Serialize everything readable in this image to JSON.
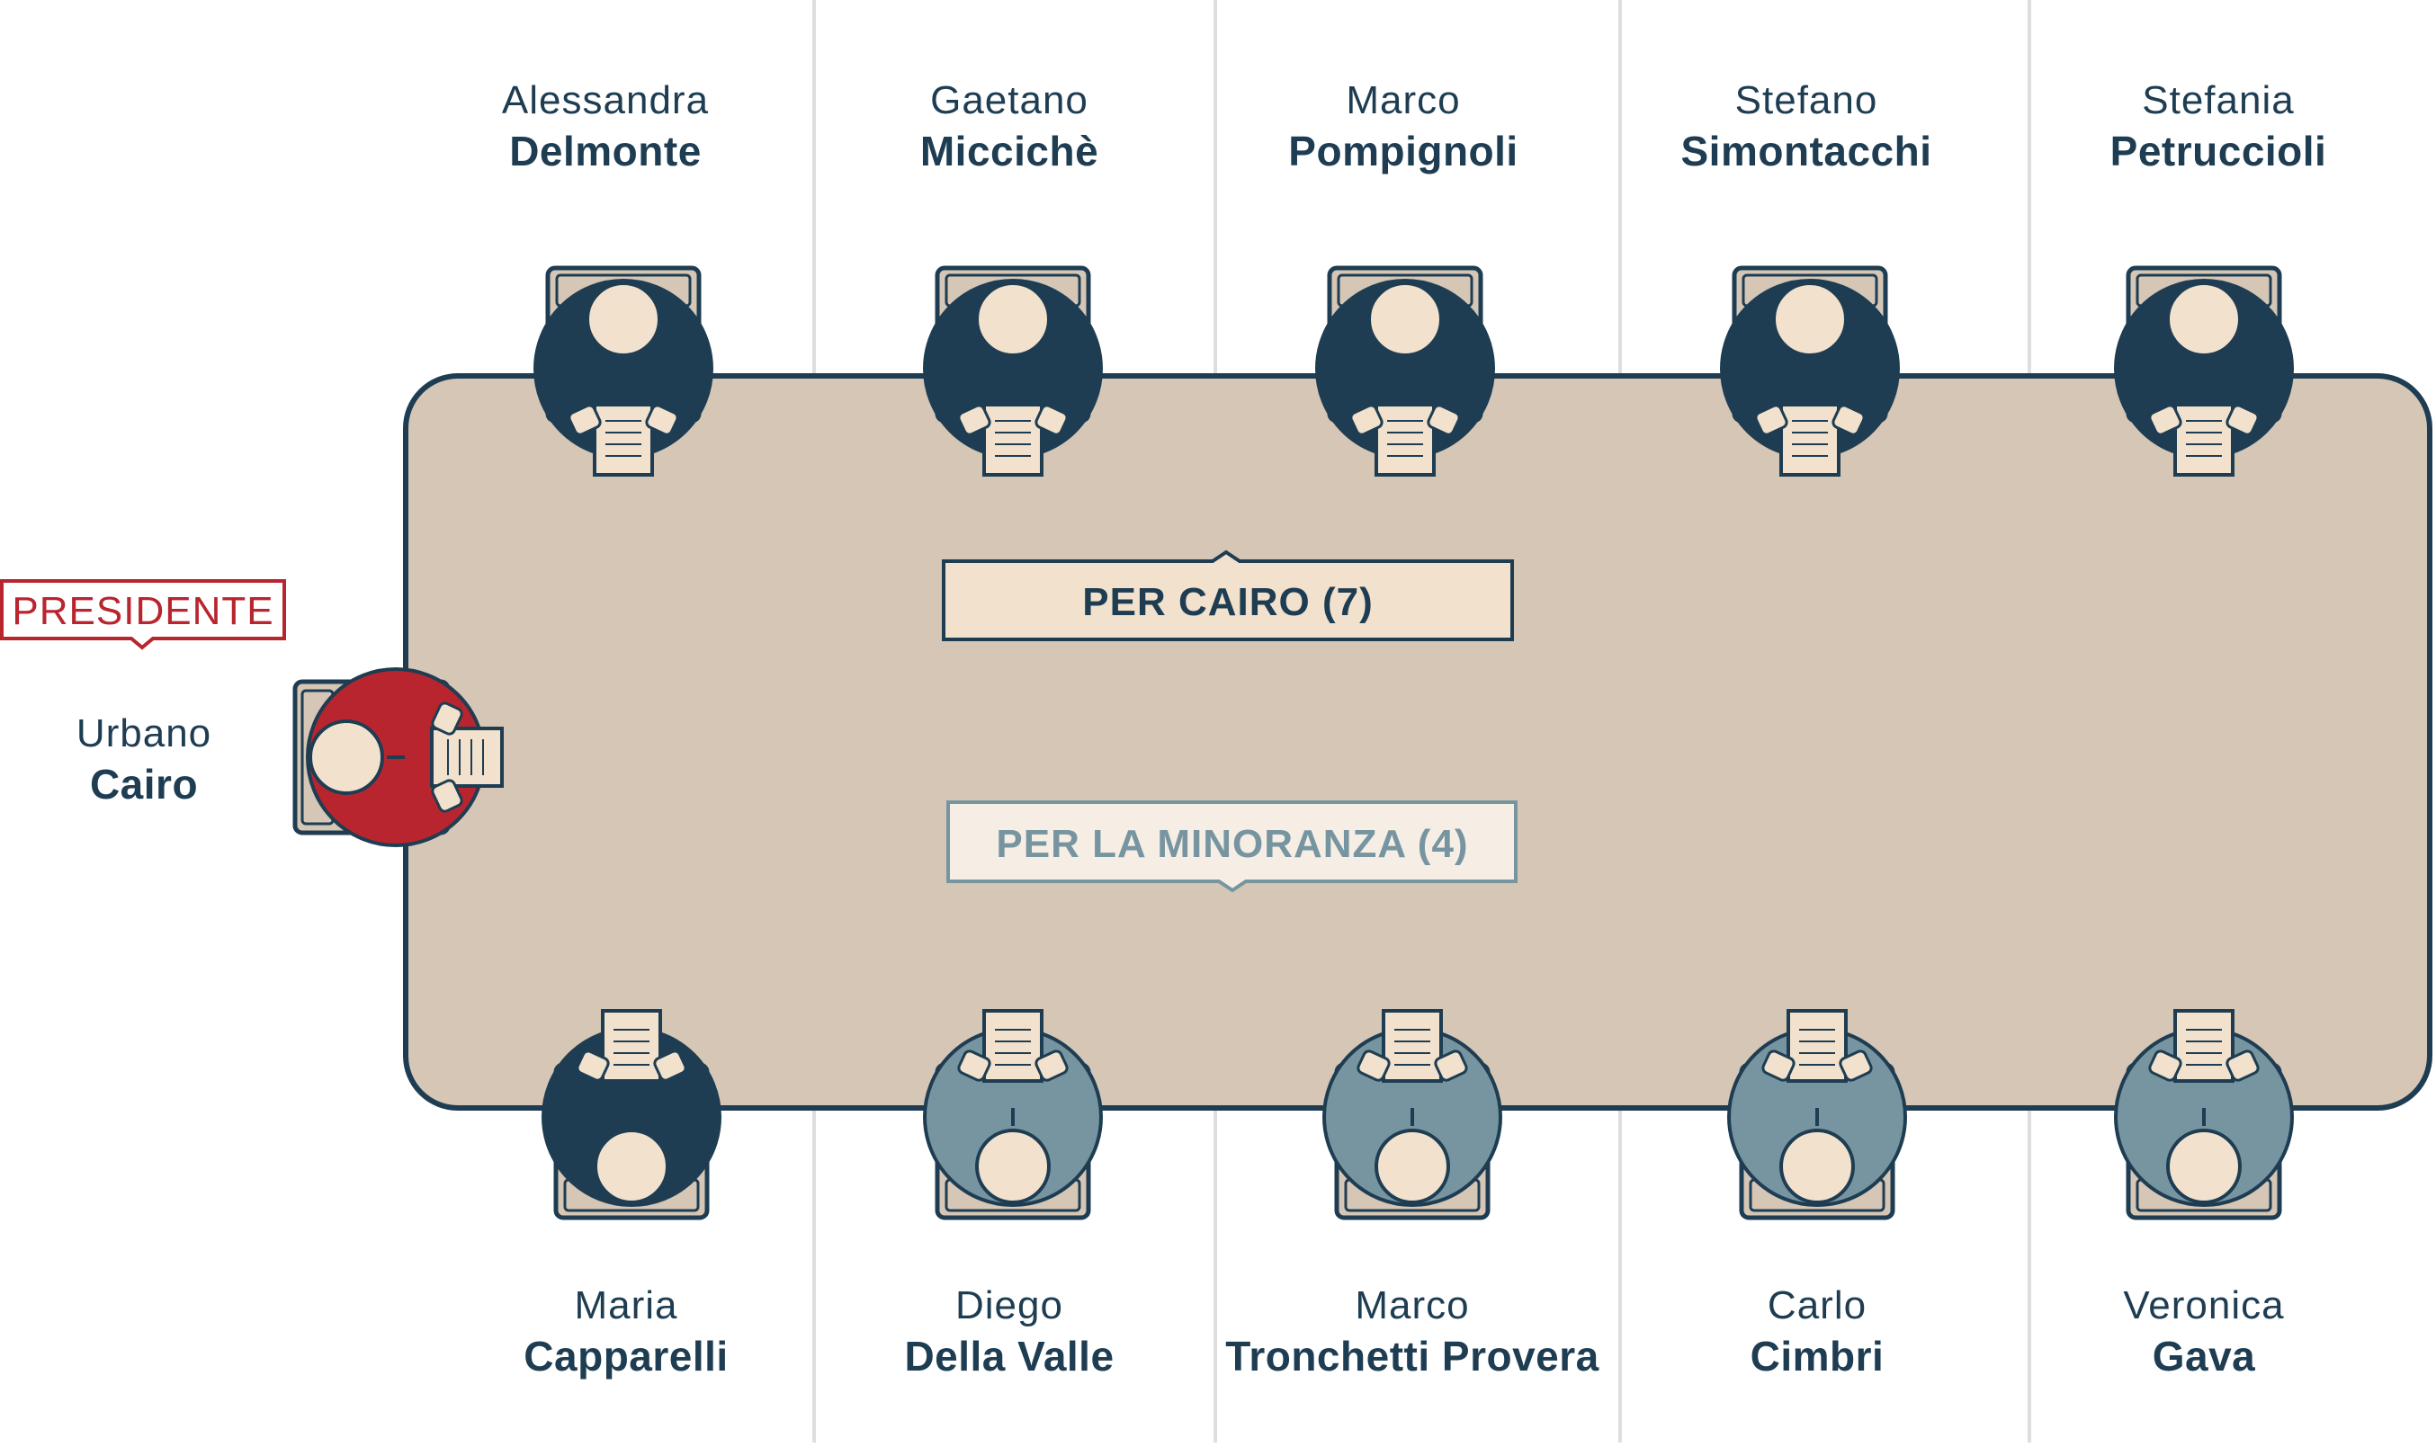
{
  "presidente_label": "PRESIDENTE",
  "president": {
    "first": "Urbano",
    "last": "Cairo"
  },
  "groups": {
    "cairo": "PER CAIRO (7)",
    "minoranza": "PER LA MINORANZA (4)"
  },
  "top_members": [
    {
      "first": "Alessandra",
      "last": "Delmonte"
    },
    {
      "first": "Gaetano",
      "last": "Miccichè"
    },
    {
      "first": "Marco",
      "last": "Pompignoli"
    },
    {
      "first": "Stefano",
      "last": "Simontacchi"
    },
    {
      "first": "Stefania",
      "last": "Petruccioli"
    }
  ],
  "bottom_members": [
    {
      "first": "Maria",
      "last": "Capparelli"
    },
    {
      "first": "Diego",
      "last": "Della Valle"
    },
    {
      "first": "Marco",
      "last": "Tronchetti Provera"
    },
    {
      "first": "Carlo",
      "last": "Cimbri"
    },
    {
      "first": "Veronica",
      "last": "Gava"
    }
  ],
  "colors": {
    "navy": "#1e3d52",
    "gray_blue": "#7795a0",
    "red": "#b8252e",
    "table": "#d5c6b6",
    "skin": "#f1e1cd",
    "chair": "#d5c6b6",
    "divider": "#d9d9d9"
  }
}
